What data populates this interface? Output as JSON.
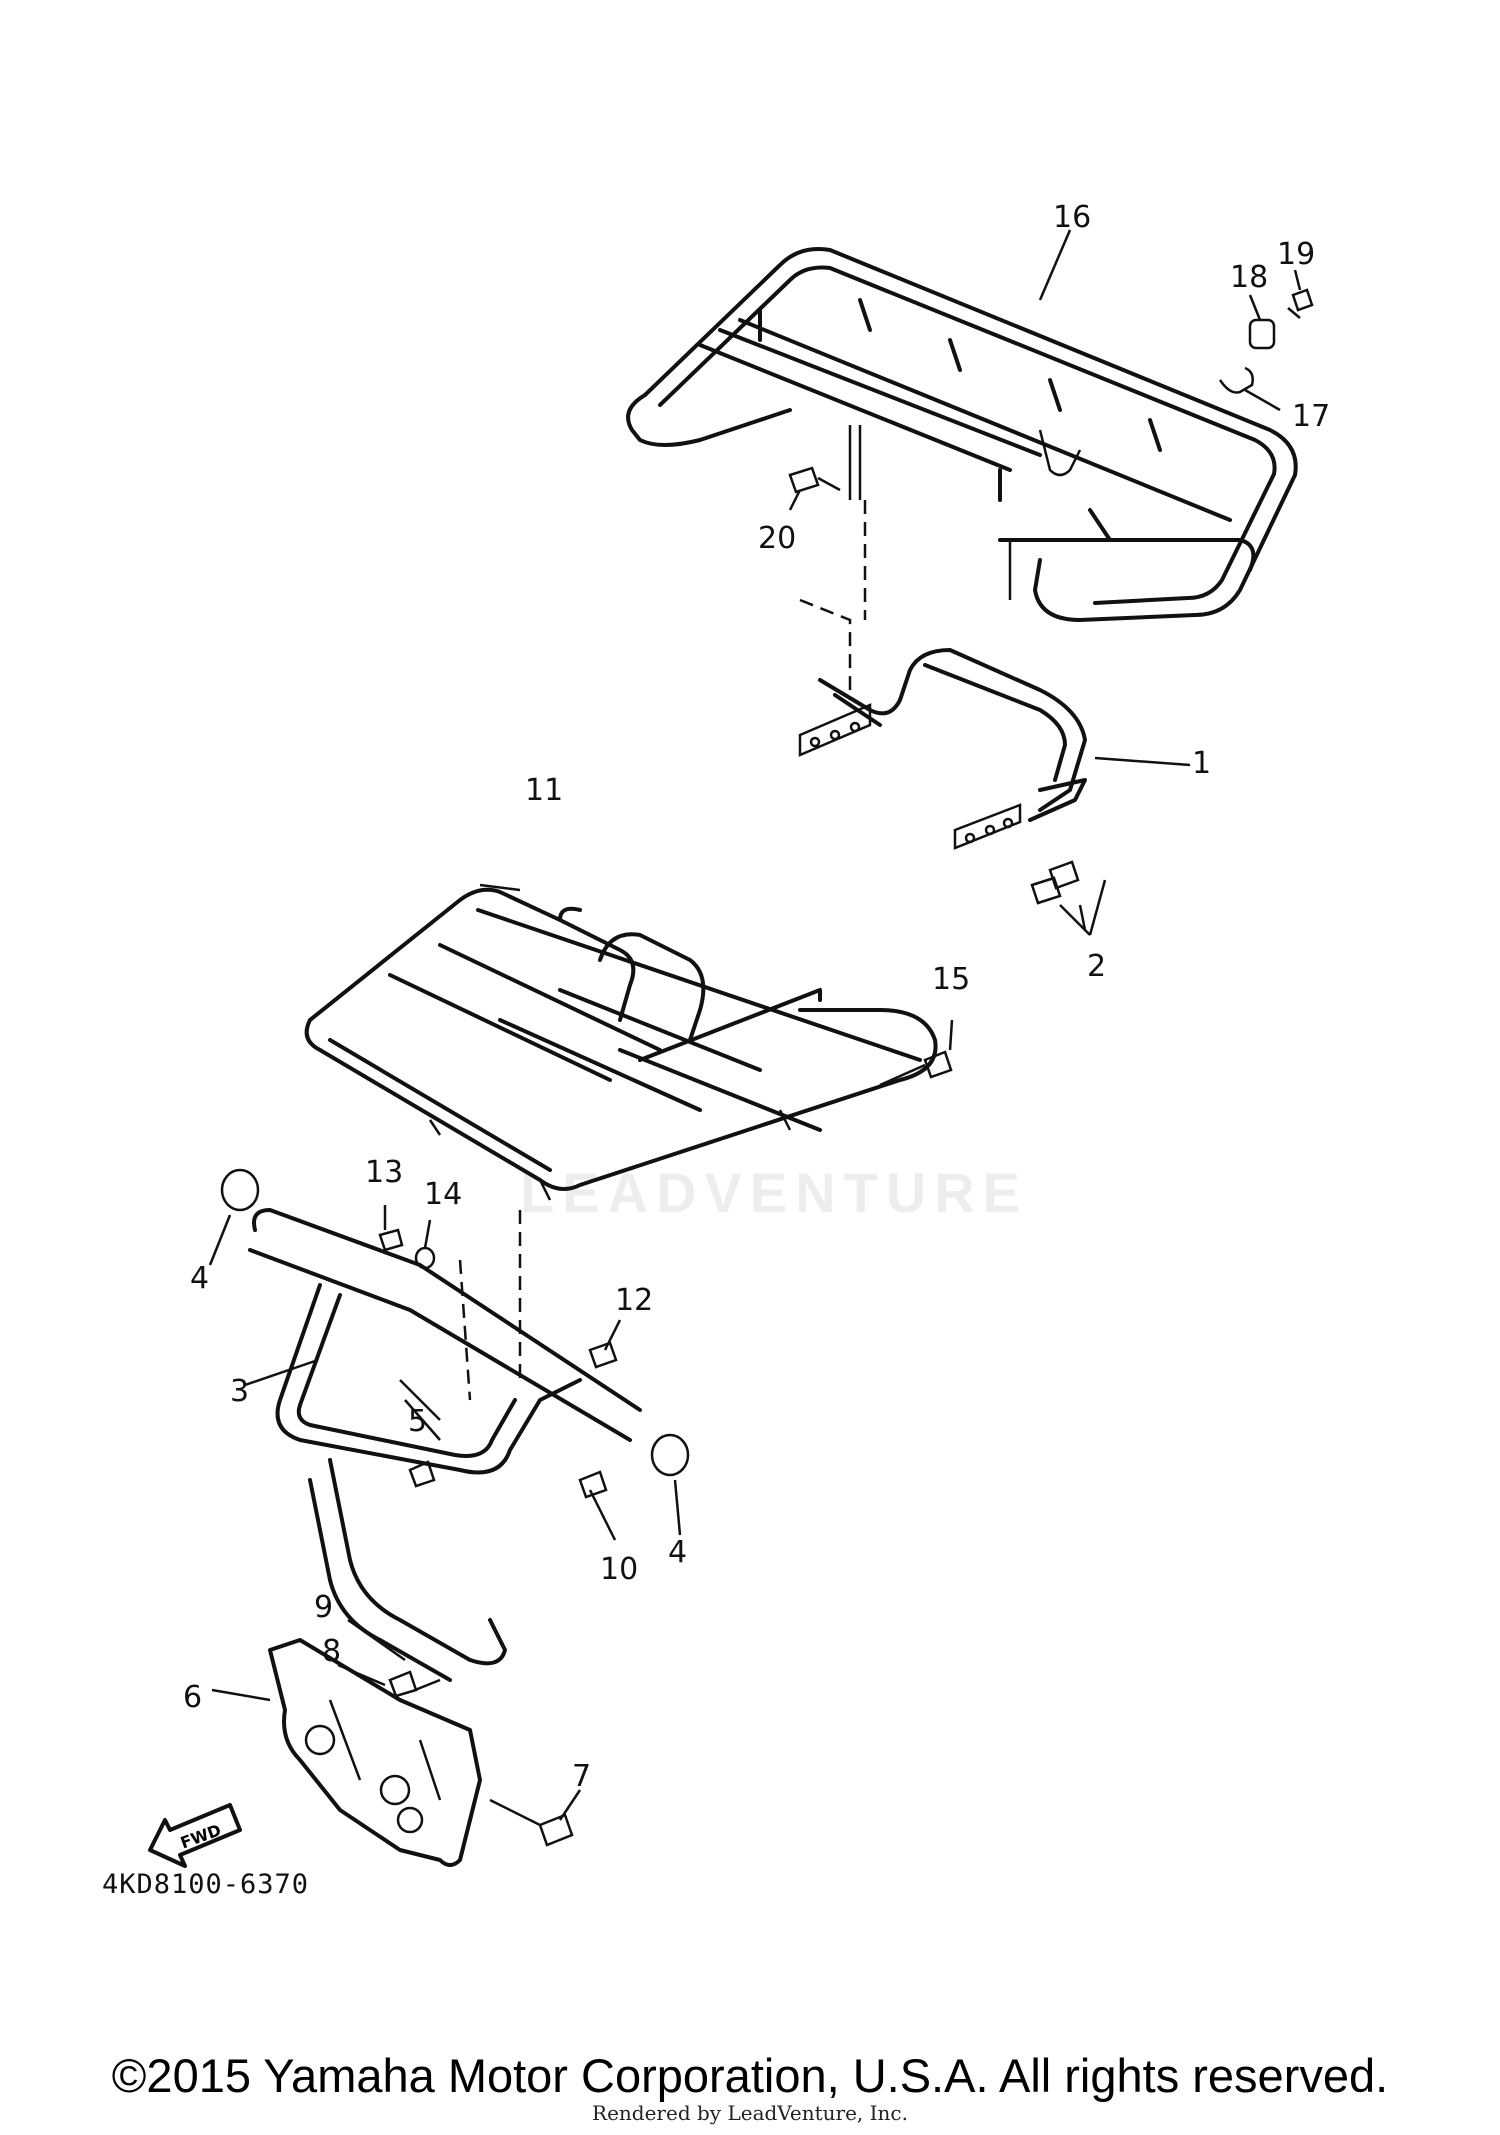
{
  "diagram_code": "4KD8100-6370",
  "copyright": "©2015 Yamaha Motor Corporation, U.S.A. All rights reserved.",
  "rendered_by": "Rendered by LeadVenture, Inc.",
  "watermark": "LEADVENTURE",
  "fwd_label": "FWD",
  "callouts": [
    {
      "id": "c1",
      "label": "1"
    },
    {
      "id": "c2",
      "label": "2"
    },
    {
      "id": "c3",
      "label": "3"
    },
    {
      "id": "c4a",
      "label": "4"
    },
    {
      "id": "c4b",
      "label": "4"
    },
    {
      "id": "c5",
      "label": "5"
    },
    {
      "id": "c6",
      "label": "6"
    },
    {
      "id": "c7",
      "label": "7"
    },
    {
      "id": "c8",
      "label": "8"
    },
    {
      "id": "c9",
      "label": "9"
    },
    {
      "id": "c10",
      "label": "10"
    },
    {
      "id": "c11",
      "label": "11"
    },
    {
      "id": "c12",
      "label": "12"
    },
    {
      "id": "c13",
      "label": "13"
    },
    {
      "id": "c14",
      "label": "14"
    },
    {
      "id": "c15",
      "label": "15"
    },
    {
      "id": "c16",
      "label": "16"
    },
    {
      "id": "c17",
      "label": "17"
    },
    {
      "id": "c18",
      "label": "18"
    },
    {
      "id": "c19",
      "label": "19"
    },
    {
      "id": "c20",
      "label": "20"
    }
  ]
}
